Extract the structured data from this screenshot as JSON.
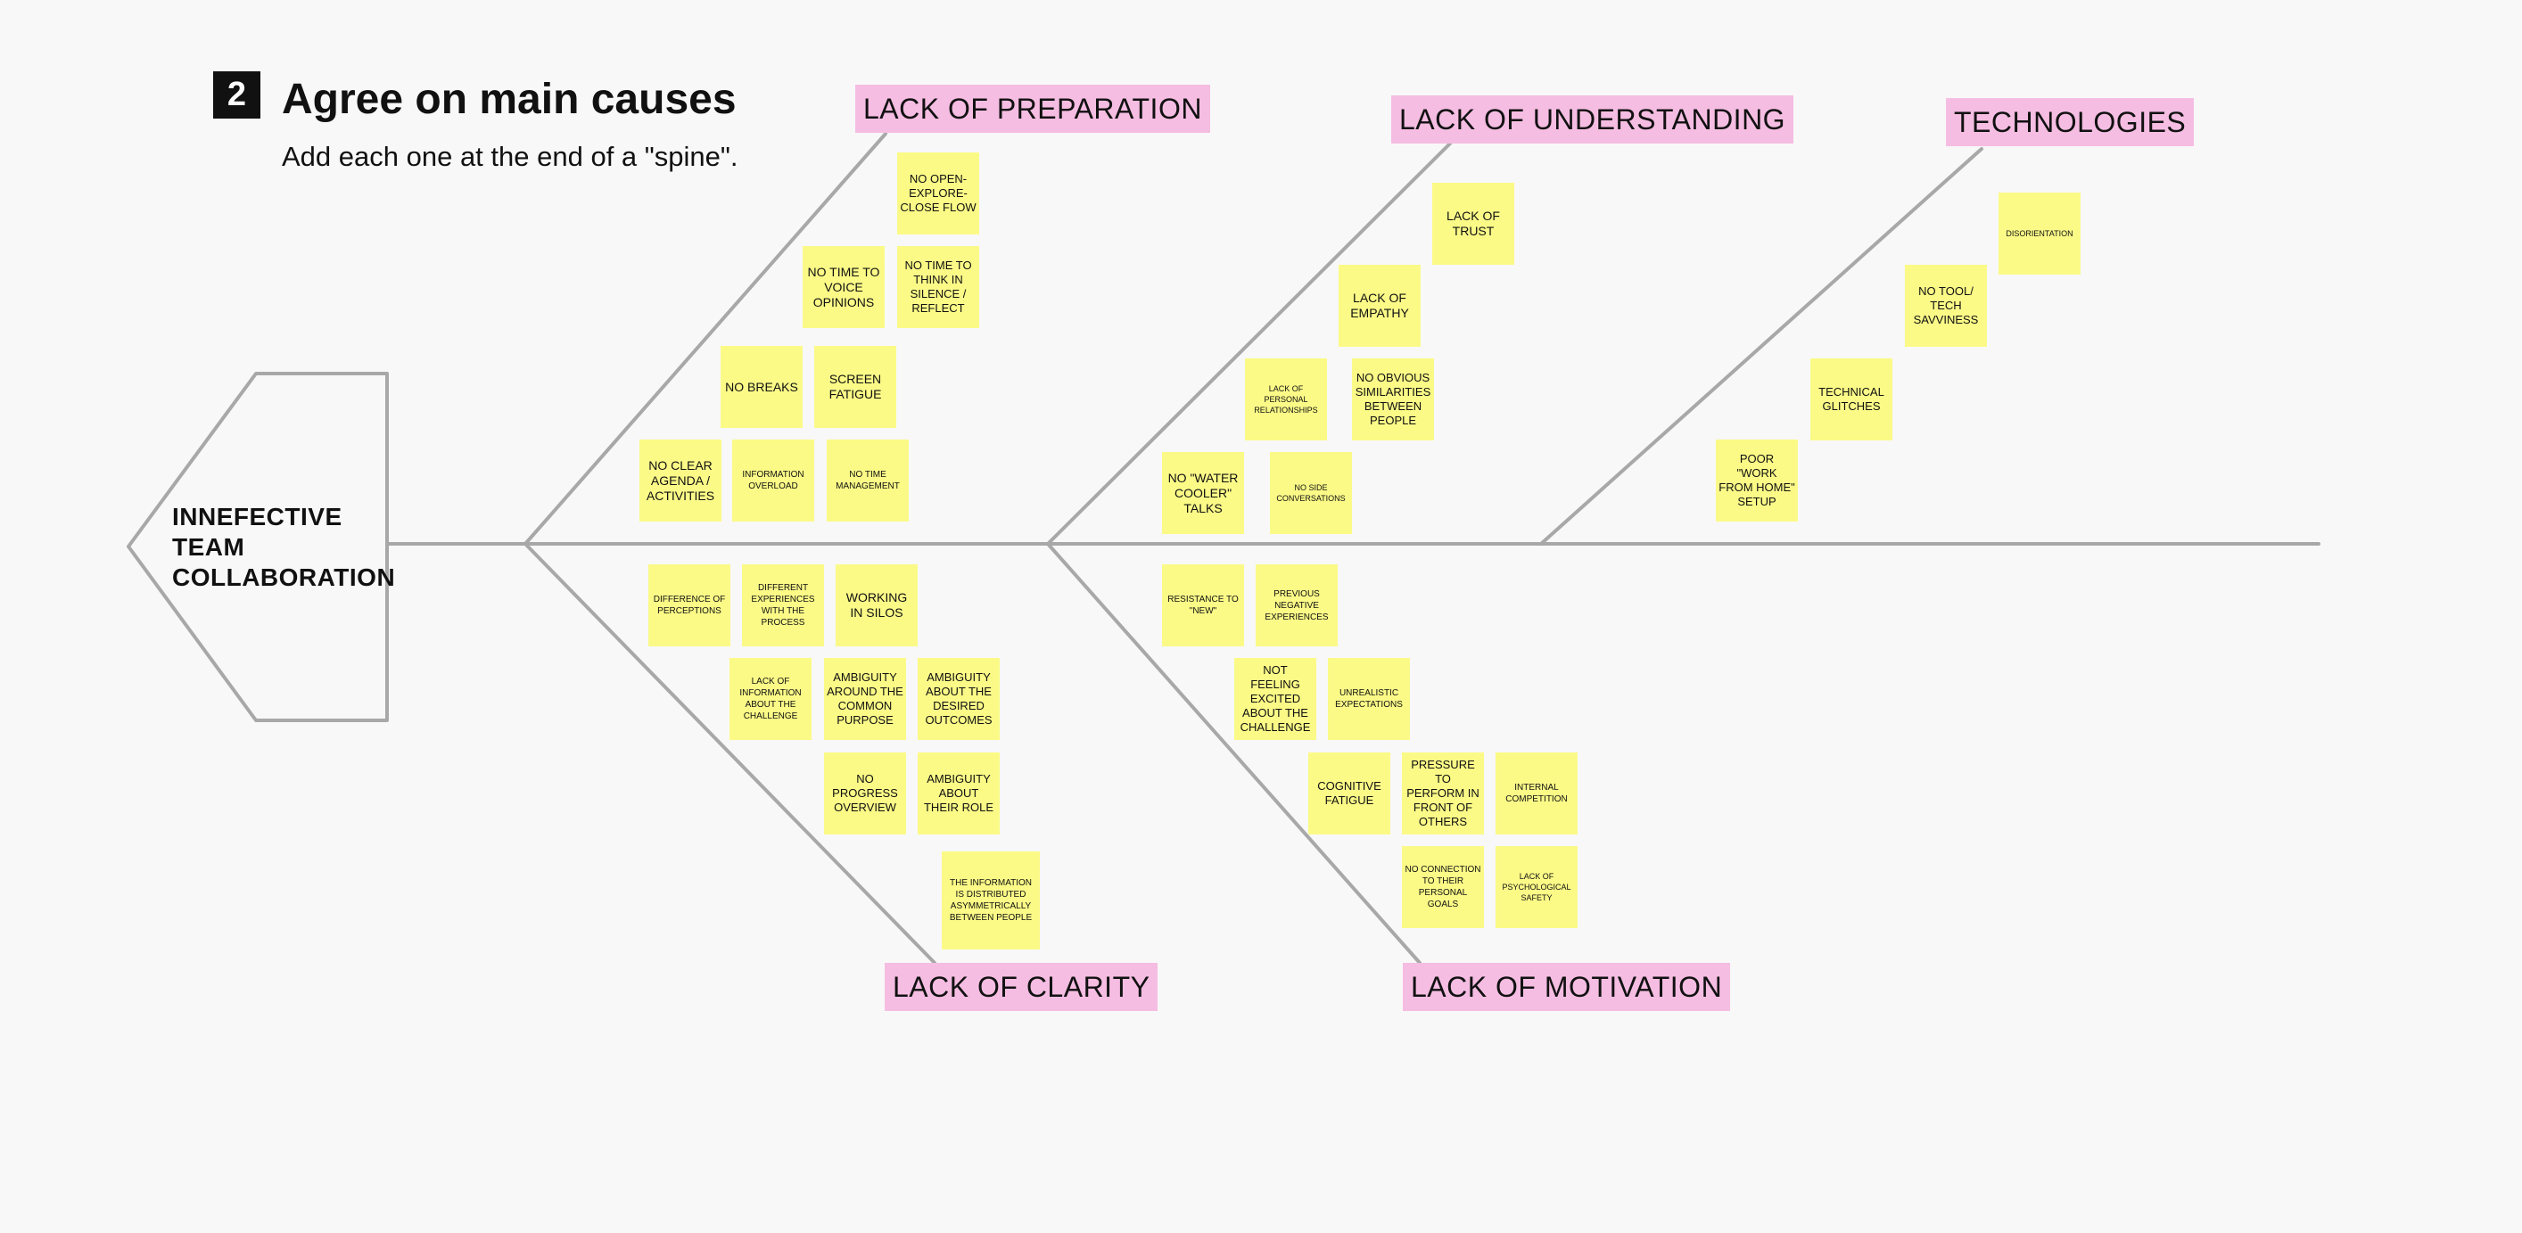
{
  "header": {
    "step_number": "2",
    "title": "Agree on main causes",
    "subtitle": "Add each one at the end of a \"spine\"."
  },
  "problem": {
    "lines": [
      "INNEFECTIVE",
      "TEAM",
      "COLLABORATION"
    ]
  },
  "categories": {
    "preparation": "LACK OF PREPARATION",
    "understanding": "LACK OF UNDERSTANDING",
    "technologies": "TECHNOLOGIES",
    "clarity": "LACK OF CLARITY",
    "motivation": "LACK OF MOTIVATION"
  },
  "notes": {
    "preparation": [
      "NO OPEN-EXPLORE-CLOSE FLOW",
      "NO TIME TO VOICE OPINIONS",
      "NO TIME TO THINK IN SILENCE / REFLECT",
      "NO BREAKS",
      "SCREEN FATIGUE",
      "NO CLEAR AGENDA / ACTIVITIES",
      "INFORMATION OVERLOAD",
      "NO TIME MANAGEMENT"
    ],
    "understanding": [
      "LACK OF TRUST",
      "LACK OF EMPATHY",
      "LACK OF PERSONAL RELATIONSHIPS",
      "NO OBVIOUS SIMILARITIES BETWEEN PEOPLE",
      "NO \"WATER COOLER\" TALKS",
      "NO SIDE CONVERSATIONS"
    ],
    "technologies": [
      "DISORIENTATION",
      "NO TOOL/ TECH SAVVINESS",
      "TECHNICAL GLITCHES",
      "POOR \"WORK FROM HOME\" SETUP"
    ],
    "clarity": [
      "DIFFERENCE OF PERCEPTIONS",
      "DIFFERENT EXPERIENCES WITH THE PROCESS",
      "WORKING IN SILOS",
      "LACK OF INFORMATION ABOUT THE CHALLENGE",
      "AMBIGUITY AROUND THE COMMON PURPOSE",
      "AMBIGUITY ABOUT THE DESIRED OUTCOMES",
      "NO PROGRESS OVERVIEW",
      "AMBIGUITY ABOUT THEIR ROLE",
      "THE INFORMATION IS DISTRIBUTED ASYMMETRICALLY BETWEEN PEOPLE"
    ],
    "motivation": [
      "RESISTANCE TO \"NEW\"",
      "PREVIOUS NEGATIVE EXPERIENCES",
      "NOT FEELING EXCITED ABOUT THE CHALLENGE",
      "UNREALISTIC EXPECTATIONS",
      "COGNITIVE FATIGUE",
      "PRESSURE TO PERFORM IN FRONT OF OTHERS",
      "INTERNAL COMPETITION",
      "NO CONNECTION TO THEIR PERSONAL GOALS",
      "LACK OF PSYCHOLOGICAL SAFETY"
    ]
  },
  "colors": {
    "background": "#f8f8f8",
    "sticky_note": "#fbfa87",
    "category_label": "#f5bde2",
    "spine_line": "#a8a8a8",
    "badge": "#111111"
  }
}
